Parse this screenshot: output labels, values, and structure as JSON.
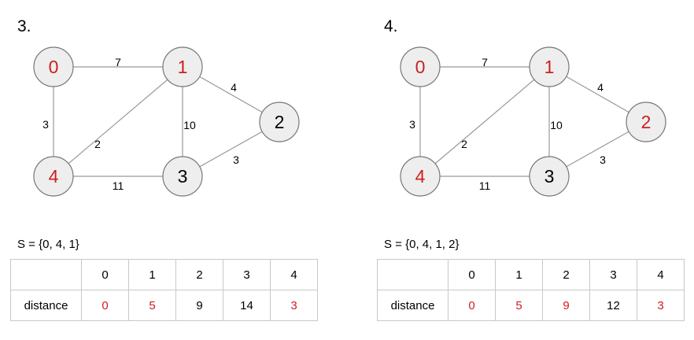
{
  "panels": [
    {
      "step": "3.",
      "set": "S = {0, 4, 1}",
      "node_labels": [
        "0",
        "1",
        "2",
        "3",
        "4"
      ],
      "node_visited": [
        true,
        true,
        false,
        false,
        true
      ],
      "edge_weights": {
        "0-1": "7",
        "0-4": "3",
        "1-2": "4",
        "1-3": "10",
        "1-4": "2",
        "2-3": "3",
        "3-4": "11"
      },
      "table": {
        "row_label": "distance",
        "columns": [
          "0",
          "1",
          "2",
          "3",
          "4"
        ],
        "distances": [
          "0",
          "5",
          "9",
          "14",
          "3"
        ],
        "visited": [
          true,
          true,
          false,
          false,
          true
        ]
      }
    },
    {
      "step": "4.",
      "set": "S = {0, 4, 1, 2}",
      "node_labels": [
        "0",
        "1",
        "2",
        "3",
        "4"
      ],
      "node_visited": [
        true,
        true,
        true,
        false,
        true
      ],
      "edge_weights": {
        "0-1": "7",
        "0-4": "3",
        "1-2": "4",
        "1-3": "10",
        "1-4": "2",
        "2-3": "3",
        "3-4": "11"
      },
      "table": {
        "row_label": "distance",
        "columns": [
          "0",
          "1",
          "2",
          "3",
          "4"
        ],
        "distances": [
          "0",
          "5",
          "9",
          "12",
          "3"
        ],
        "visited": [
          true,
          true,
          true,
          false,
          true
        ]
      }
    }
  ],
  "colors": {
    "visited": "#cc1f1f",
    "unvisited": "#000000",
    "node_fill": "#eeeeee",
    "node_stroke": "#777777",
    "edge": "#999999",
    "grid": "#c8c8c8"
  }
}
